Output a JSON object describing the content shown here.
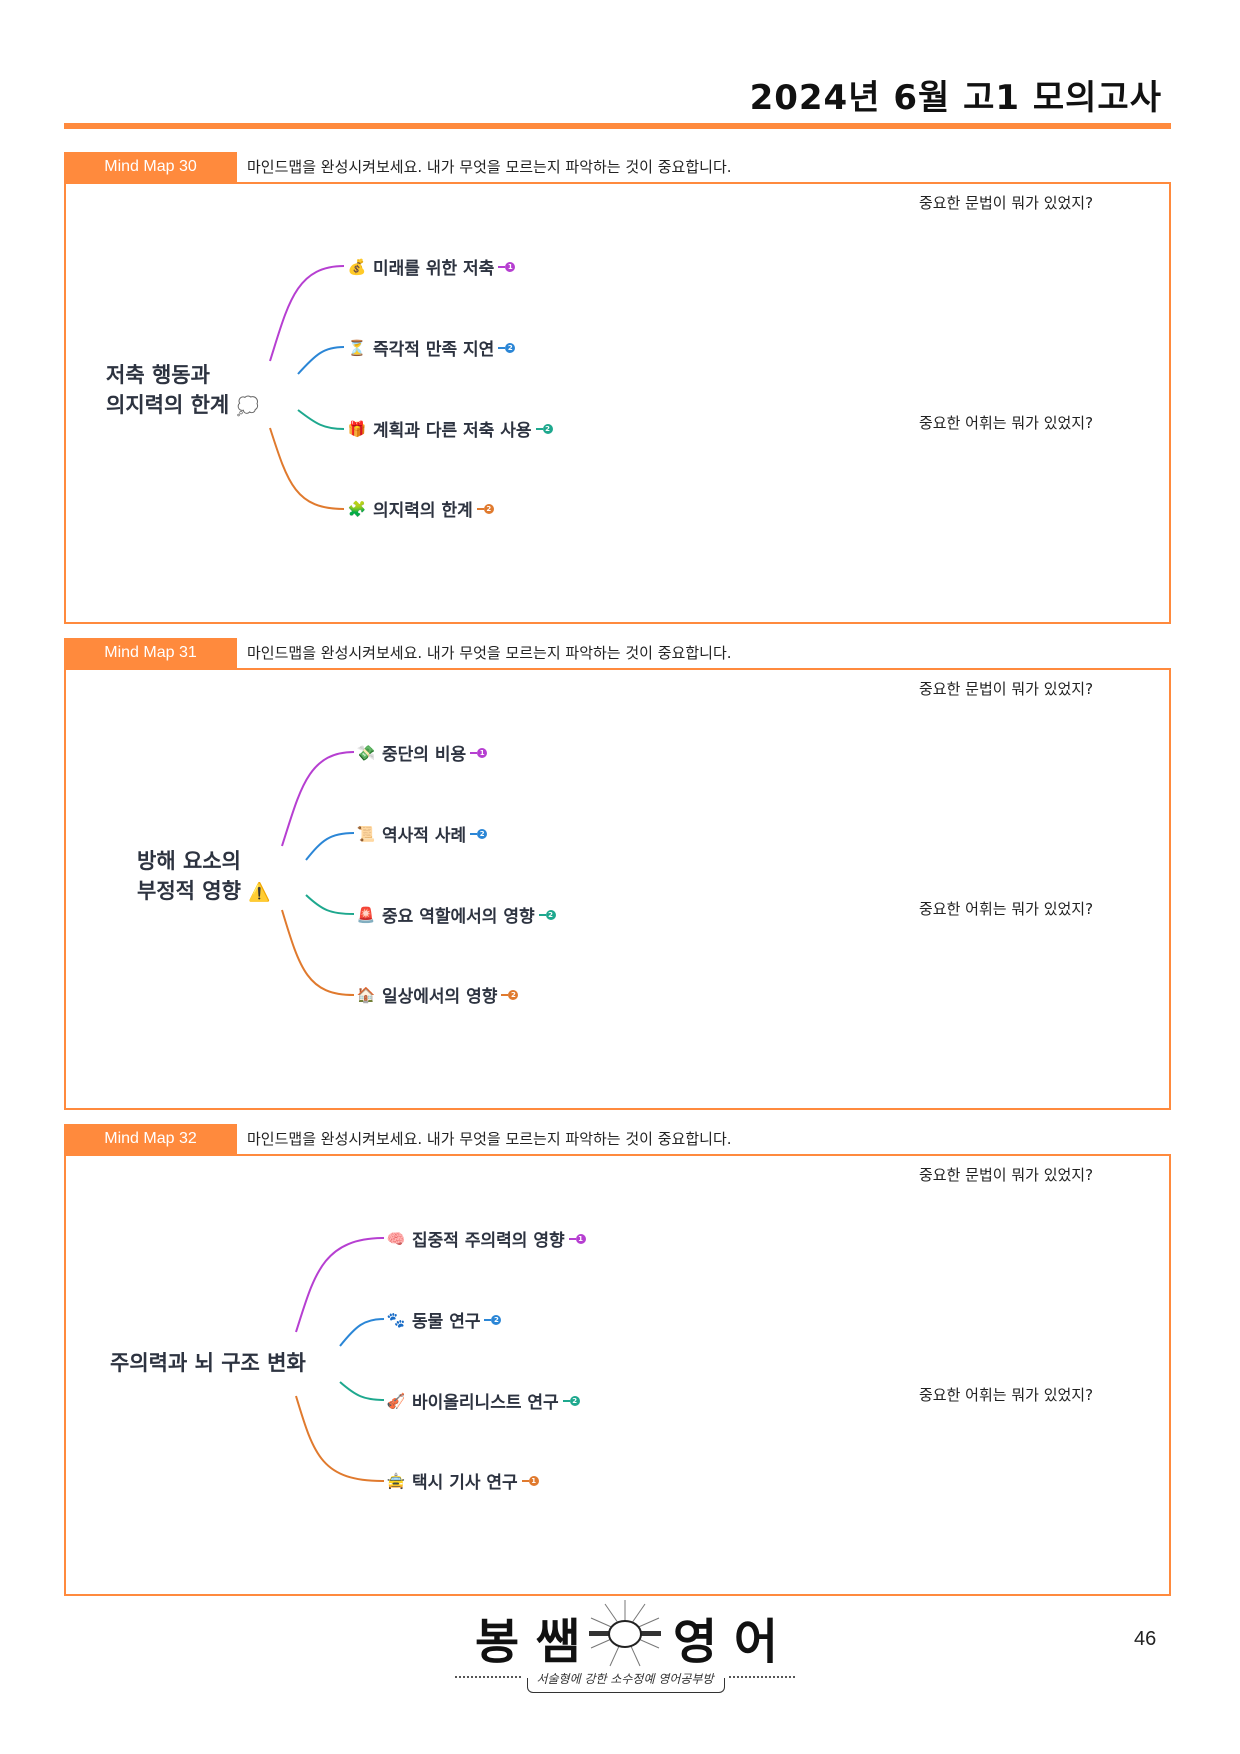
{
  "header": {
    "title": "2024년 6월 고1 모의고사",
    "accent_color": "#ff8a3d"
  },
  "sections": [
    {
      "tag": "Mind Map 30",
      "instruction": "마인드맵을 완성시켜보세요. 내가 무엇을 모르는지 파악하는 것이 중요합니다.",
      "grammar_prompt": "중요한 문법이 뭐가 있었지?",
      "vocab_prompt": "중요한 어휘는 뭐가 있었지?",
      "central": {
        "line1": "저축 행동과",
        "line2": "의지력의 한계",
        "icon": "thought-bubble-icon",
        "glyph": "💭"
      },
      "branches": [
        {
          "label": "미래를 위한 저축",
          "icon": "money-bag-icon",
          "glyph": "💰",
          "badge": "1",
          "color": "#b63fd1"
        },
        {
          "label": "즉각적 만족 지연",
          "icon": "hourglass-icon",
          "glyph": "⏳",
          "badge": "2",
          "color": "#2b86d6"
        },
        {
          "label": "계획과 다른 저축 사용",
          "icon": "gift-icon",
          "glyph": "🎁",
          "badge": "2",
          "color": "#1ea88e"
        },
        {
          "label": "의지력의 한계",
          "icon": "puzzle-icon",
          "glyph": "🧩",
          "badge": "2",
          "color": "#e07a2e"
        }
      ]
    },
    {
      "tag": "Mind Map 31",
      "instruction": "마인드맵을 완성시켜보세요. 내가 무엇을 모르는지 파악하는 것이 중요합니다.",
      "grammar_prompt": "중요한 문법이 뭐가 있었지?",
      "vocab_prompt": "중요한 어휘는 뭐가 있었지?",
      "central": {
        "line1": "방해 요소의",
        "line2": "부정적 영향",
        "icon": "warning-icon",
        "glyph": "⚠️"
      },
      "branches": [
        {
          "label": "중단의 비용",
          "icon": "money-with-wings-icon",
          "glyph": "💸",
          "badge": "1",
          "color": "#b63fd1"
        },
        {
          "label": "역사적 사례",
          "icon": "scroll-icon",
          "glyph": "📜",
          "badge": "2",
          "color": "#2b86d6"
        },
        {
          "label": "중요 역할에서의 영향",
          "icon": "siren-icon",
          "glyph": "🚨",
          "badge": "2",
          "color": "#1ea88e"
        },
        {
          "label": "일상에서의 영향",
          "icon": "house-icon",
          "glyph": "🏠",
          "badge": "2",
          "color": "#e07a2e"
        }
      ]
    },
    {
      "tag": "Mind Map 32",
      "instruction": "마인드맵을 완성시켜보세요. 내가 무엇을 모르는지 파악하는 것이 중요합니다.",
      "grammar_prompt": "중요한 문법이 뭐가 있었지?",
      "vocab_prompt": "중요한 어휘는 뭐가 있었지?",
      "central": {
        "line1": "주의력과 뇌 구조 변화",
        "line2": "",
        "icon": "",
        "glyph": ""
      },
      "branches": [
        {
          "label": "집중적 주의력의 영향",
          "icon": "brain-icon",
          "glyph": "🧠",
          "badge": "1",
          "color": "#b63fd1"
        },
        {
          "label": "동물 연구",
          "icon": "paw-prints-icon",
          "glyph": "🐾",
          "badge": "2",
          "color": "#2b86d6"
        },
        {
          "label": "바이올리니스트 연구",
          "icon": "violin-icon",
          "glyph": "🎻",
          "badge": "2",
          "color": "#1ea88e"
        },
        {
          "label": "택시 기사 연구",
          "icon": "taxi-icon",
          "glyph": "🚖",
          "badge": "1",
          "color": "#e07a2e"
        }
      ]
    }
  ],
  "footer": {
    "logo_left": "봉 쌤",
    "logo_right": "영 어",
    "logo_tagline": "서술형에 강한 소수정예 영어공부방",
    "page_number": "46"
  }
}
